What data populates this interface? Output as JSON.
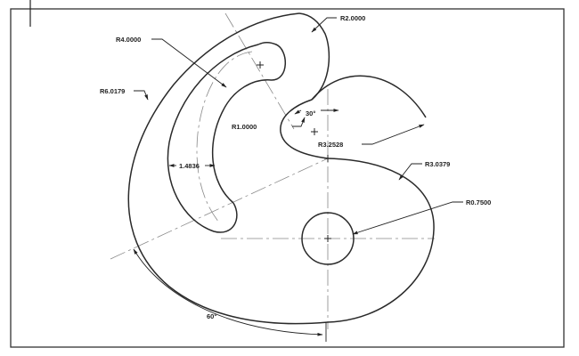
{
  "labels": {
    "r2": "R2.0000",
    "r4": "R4.0000",
    "r6": "R6.0179",
    "r1": "R1.0000",
    "ang30": "30°",
    "r3252": "R3.2528",
    "r3037": "R3.0379",
    "r075": "R0.7500",
    "width": "1.4836",
    "ang60": "60°"
  },
  "colors": {
    "line": "#2a2a2a",
    "centerline": "#888888"
  }
}
